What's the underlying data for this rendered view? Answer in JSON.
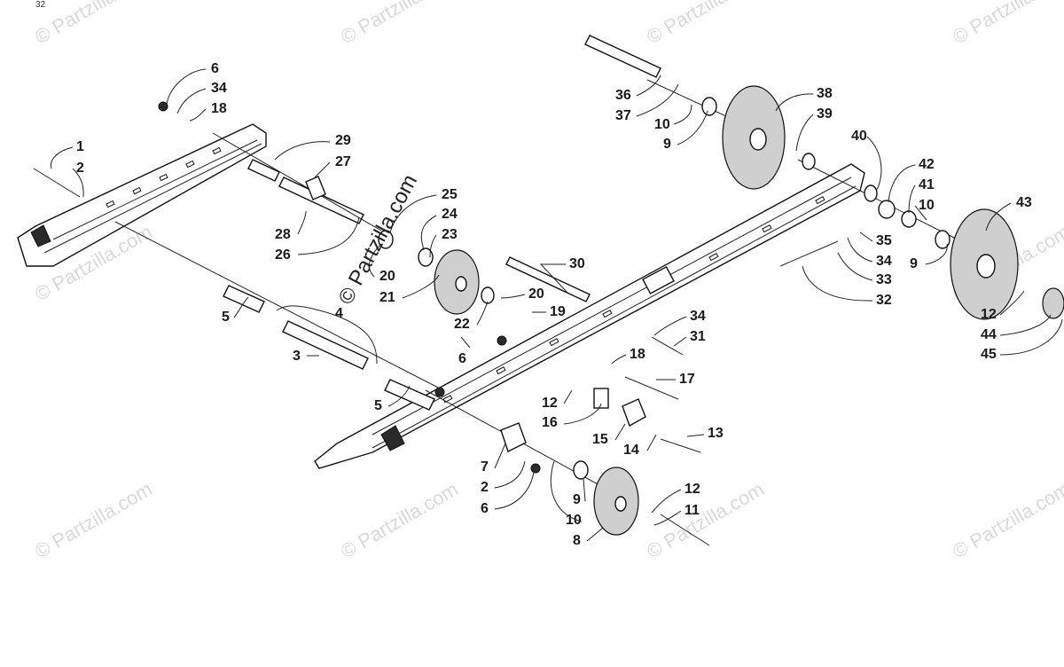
{
  "corner_mark": "32",
  "watermark_text": "© Partzilla.com",
  "center_watermark_text": "© Partzilla.com",
  "callouts": [
    {
      "id": "c6a",
      "text": "6"
    },
    {
      "id": "c34a",
      "text": "34"
    },
    {
      "id": "c18a",
      "text": "18"
    },
    {
      "id": "c1",
      "text": "1"
    },
    {
      "id": "c2a",
      "text": "2"
    },
    {
      "id": "c29",
      "text": "29"
    },
    {
      "id": "c27",
      "text": "27"
    },
    {
      "id": "c28",
      "text": "28"
    },
    {
      "id": "c26",
      "text": "26"
    },
    {
      "id": "c25",
      "text": "25"
    },
    {
      "id": "c24",
      "text": "24"
    },
    {
      "id": "c23",
      "text": "23"
    },
    {
      "id": "c20a",
      "text": "20"
    },
    {
      "id": "c21",
      "text": "21"
    },
    {
      "id": "c30",
      "text": "30"
    },
    {
      "id": "c20b",
      "text": "20"
    },
    {
      "id": "c22",
      "text": "22"
    },
    {
      "id": "c19",
      "text": "19"
    },
    {
      "id": "c5a",
      "text": "5"
    },
    {
      "id": "c4",
      "text": "4"
    },
    {
      "id": "c3",
      "text": "3"
    },
    {
      "id": "c5b",
      "text": "5"
    },
    {
      "id": "c6b",
      "text": "6"
    },
    {
      "id": "c34b",
      "text": "34"
    },
    {
      "id": "c31",
      "text": "31"
    },
    {
      "id": "c18b",
      "text": "18"
    },
    {
      "id": "c17",
      "text": "17"
    },
    {
      "id": "c12a",
      "text": "12"
    },
    {
      "id": "c16",
      "text": "16"
    },
    {
      "id": "c15",
      "text": "15"
    },
    {
      "id": "c14",
      "text": "14"
    },
    {
      "id": "c13",
      "text": "13"
    },
    {
      "id": "c7",
      "text": "7"
    },
    {
      "id": "c2b",
      "text": "2"
    },
    {
      "id": "c6c",
      "text": "6"
    },
    {
      "id": "c9a",
      "text": "9"
    },
    {
      "id": "c10a",
      "text": "10"
    },
    {
      "id": "c8",
      "text": "8"
    },
    {
      "id": "c12b",
      "text": "12"
    },
    {
      "id": "c11",
      "text": "11"
    },
    {
      "id": "c36",
      "text": "36"
    },
    {
      "id": "c37",
      "text": "37"
    },
    {
      "id": "c10b",
      "text": "10"
    },
    {
      "id": "c9b",
      "text": "9"
    },
    {
      "id": "c38",
      "text": "38"
    },
    {
      "id": "c39",
      "text": "39"
    },
    {
      "id": "c40",
      "text": "40"
    },
    {
      "id": "c42",
      "text": "42"
    },
    {
      "id": "c41",
      "text": "41"
    },
    {
      "id": "c10c",
      "text": "10"
    },
    {
      "id": "c43",
      "text": "43"
    },
    {
      "id": "c35",
      "text": "35"
    },
    {
      "id": "c34c",
      "text": "34"
    },
    {
      "id": "c33",
      "text": "33"
    },
    {
      "id": "c32",
      "text": "32"
    },
    {
      "id": "c9c",
      "text": "9"
    },
    {
      "id": "c12c",
      "text": "12"
    },
    {
      "id": "c44",
      "text": "44"
    },
    {
      "id": "c45",
      "text": "45"
    }
  ]
}
